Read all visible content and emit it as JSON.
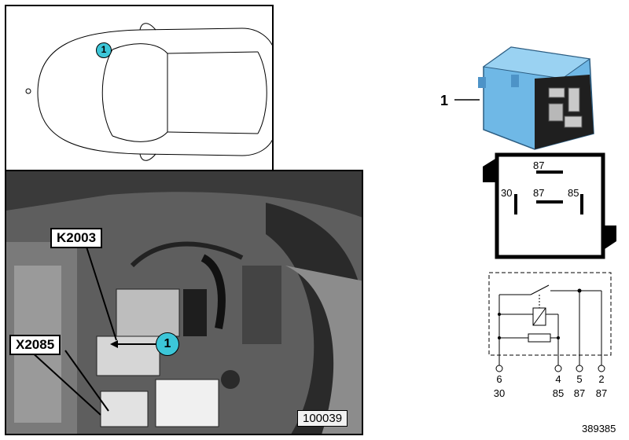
{
  "location_marker": {
    "number": "1",
    "color": "#3cc6d8"
  },
  "photo": {
    "labels": {
      "top": "K2003",
      "bottom": "X2085"
    },
    "marker": "1",
    "figure_number": "100039"
  },
  "relay": {
    "part_number": "1",
    "body_color": "#6fb8e6",
    "pinout": {
      "top": "87",
      "left": "30",
      "center": "87",
      "right": "85"
    },
    "schematic_pins": [
      {
        "pin": "6",
        "terminal": "30"
      },
      {
        "pin": "4",
        "terminal": "85"
      },
      {
        "pin": "5",
        "terminal": "87"
      },
      {
        "pin": "2",
        "terminal": "87"
      }
    ]
  },
  "diagram_code": "389385"
}
